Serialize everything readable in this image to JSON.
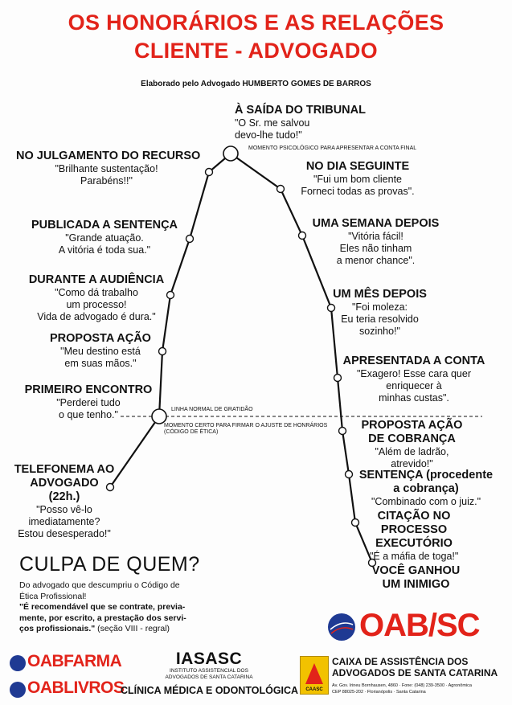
{
  "header": {
    "title_line1": "OS HONORÁRIOS E AS RELAÇÕES",
    "title_line2": "CLIENTE - ADVOGADO",
    "subtitle": "Elaborado pelo Advogado HUMBERTO GOMES DE BARROS"
  },
  "stages": {
    "telefonema": {
      "heading": [
        "TELEFONEMA AO",
        "ADVOGADO",
        "(22h.)"
      ],
      "quote": [
        "\"Posso vê-lo",
        "imediatamente?",
        "Estou desesperado!\""
      ]
    },
    "primeiro_encontro": {
      "heading": [
        "PRIMEIRO ENCONTRO"
      ],
      "quote": [
        "\"Perderei tudo",
        "o que tenho.\""
      ]
    },
    "proposta_acao": {
      "heading": [
        "PROPOSTA AÇÃO"
      ],
      "quote": [
        "\"Meu destino está",
        "em suas mãos.\""
      ]
    },
    "durante_audiencia": {
      "heading": [
        "DURANTE A AUDIÊNCIA"
      ],
      "quote": [
        "\"Como dá trabalho",
        "um processo!",
        "Vida de advogado é dura.\""
      ]
    },
    "publicada_sentenca": {
      "heading": [
        "PUBLICADA A SENTENÇA"
      ],
      "quote": [
        "\"Grande atuação.",
        "A vitória é toda sua.\""
      ]
    },
    "julgamento_recurso": {
      "heading": [
        "NO JULGAMENTO DO RECURSO"
      ],
      "quote": [
        "\"Brilhante sustentação!",
        "Parabéns!!\""
      ]
    },
    "saida_tribunal": {
      "heading": [
        "À SAÍDA DO TRIBUNAL"
      ],
      "quote": [
        "\"O Sr. me salvou",
        "devo-lhe tudo!\""
      ]
    },
    "dia_seguinte": {
      "heading": [
        "NO DIA SEGUINTE"
      ],
      "quote": [
        "\"Fui um bom cliente",
        "Forneci todas as provas\"."
      ]
    },
    "semana_depois": {
      "heading": [
        "UMA SEMANA DEPOIS"
      ],
      "quote": [
        "\"Vitória fácil!",
        "Eles não tinham",
        "a menor chance\"."
      ]
    },
    "mes_depois": {
      "heading": [
        "UM MÊS DEPOIS"
      ],
      "quote": [
        "\"Foi moleza:",
        "Eu teria resolvido",
        "sozinho!\""
      ]
    },
    "apresentada_conta": {
      "heading": [
        "APRESENTADA A CONTA"
      ],
      "quote": [
        "\"Exagero! Esse cara quer",
        "enriquecer à",
        "minhas custas\"."
      ]
    },
    "proposta_cobranca": {
      "heading": [
        "PROPOSTA AÇÃO",
        "DE COBRANÇA"
      ],
      "quote": [
        "\"Além de ladrão,",
        "atrevido!\""
      ]
    },
    "sentenca_procedente": {
      "heading": [
        "SENTENÇA (procedente",
        "a cobrança)"
      ],
      "quote": [
        "\"Combinado com o juiz.\""
      ]
    },
    "citacao": {
      "heading": [
        "CITAÇÃO NO",
        "PROCESSO",
        "EXECUTÓRIO"
      ],
      "quote": [
        "\"É a máfia de toga!\""
      ]
    },
    "inimigo": {
      "heading": [
        "VOCÊ GANHOU",
        "UM INIMIGO"
      ],
      "quote": []
    }
  },
  "notes": {
    "momento_psicologico": "MOMENTO PSICOLÓGICO PARA APRESENTAR A CONTA FINAL",
    "linha_gratidao": "LINHA NORMAL DE GRATIDÃO",
    "momento_certo_1": "MOMENTO CERTO PARA FIRMAR O AJUSTE DE HONRÁRIOS",
    "momento_certo_2": "(CÓDIGO DE ÉTICA)"
  },
  "culpa": {
    "title": "CULPA DE QUEM?",
    "line1": "Do advogado que descumpriu o Código de",
    "line2": "Ética Profissional!",
    "line3": "\"É recomendável que se contrate, previa-",
    "line4": "mente, por escrito, a prestação dos servi-",
    "line5_bold": "ços profissionais.\"",
    "line5_rest": " (seção VIII - regral)"
  },
  "footer": {
    "oab_logo": "OAB/SC",
    "oab_farma": "OABFARMA",
    "oab_livros": "OABLIVROS",
    "iasasc": "IASASC",
    "iasasc_sub1": "INSTITUTO ASSISTENCIAL DOS",
    "iasasc_sub2": "ADVOGADOS DE SANTA CATARINA",
    "clinica": "CLÍNICA MÉDICA E ODONTOLÓGICA",
    "caasc_badge": "CAASC",
    "caixa_line1": "CAIXA DE ASSISTÊNCIA DOS",
    "caixa_line2": "ADVOGADOS DE SANTA CATARINA",
    "address1": "Av. Gov. Irineu Bornhausen, 4860 · Fone: (048) 239-3500 · Agronômica",
    "address2": "CEP 88025-202 · Florianópolis · Santa Catarina"
  },
  "colors": {
    "accent": "#e2231a",
    "blue": "#1f3a93",
    "line": "#111111",
    "caasc_yellow": "#f2c200"
  }
}
